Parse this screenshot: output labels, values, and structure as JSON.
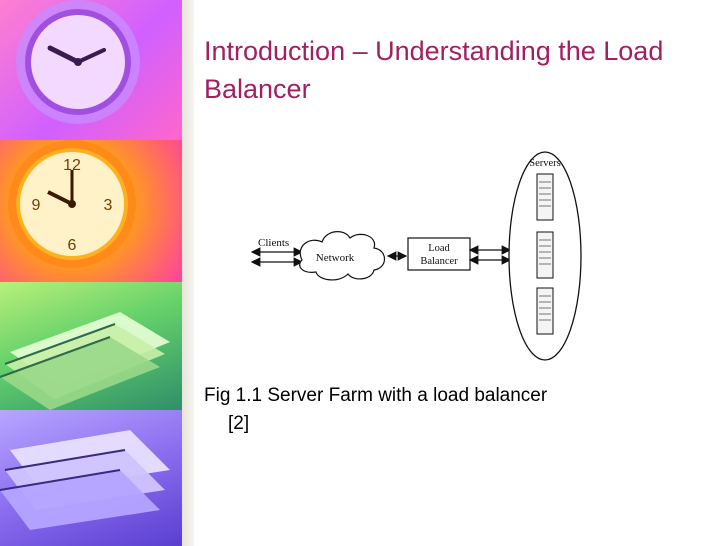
{
  "slide": {
    "title": "Introduction – Understanding the Load Balancer",
    "caption_line1": "Fig 1.1 Server Farm with a load  balancer",
    "caption_line2": "[2]"
  },
  "diagram": {
    "clients_label": "Clients",
    "network_label": "Network",
    "load_balancer_label_line1": "Load",
    "load_balancer_label_line2": "Balancer",
    "servers_label": "Servers",
    "server_count": 3
  },
  "colors": {
    "title": "#a22060",
    "caption": "#000000",
    "diagram_stroke": "#111111"
  },
  "side_images": [
    "clock-purple",
    "clock-orange",
    "papers-green",
    "papers-purple"
  ]
}
